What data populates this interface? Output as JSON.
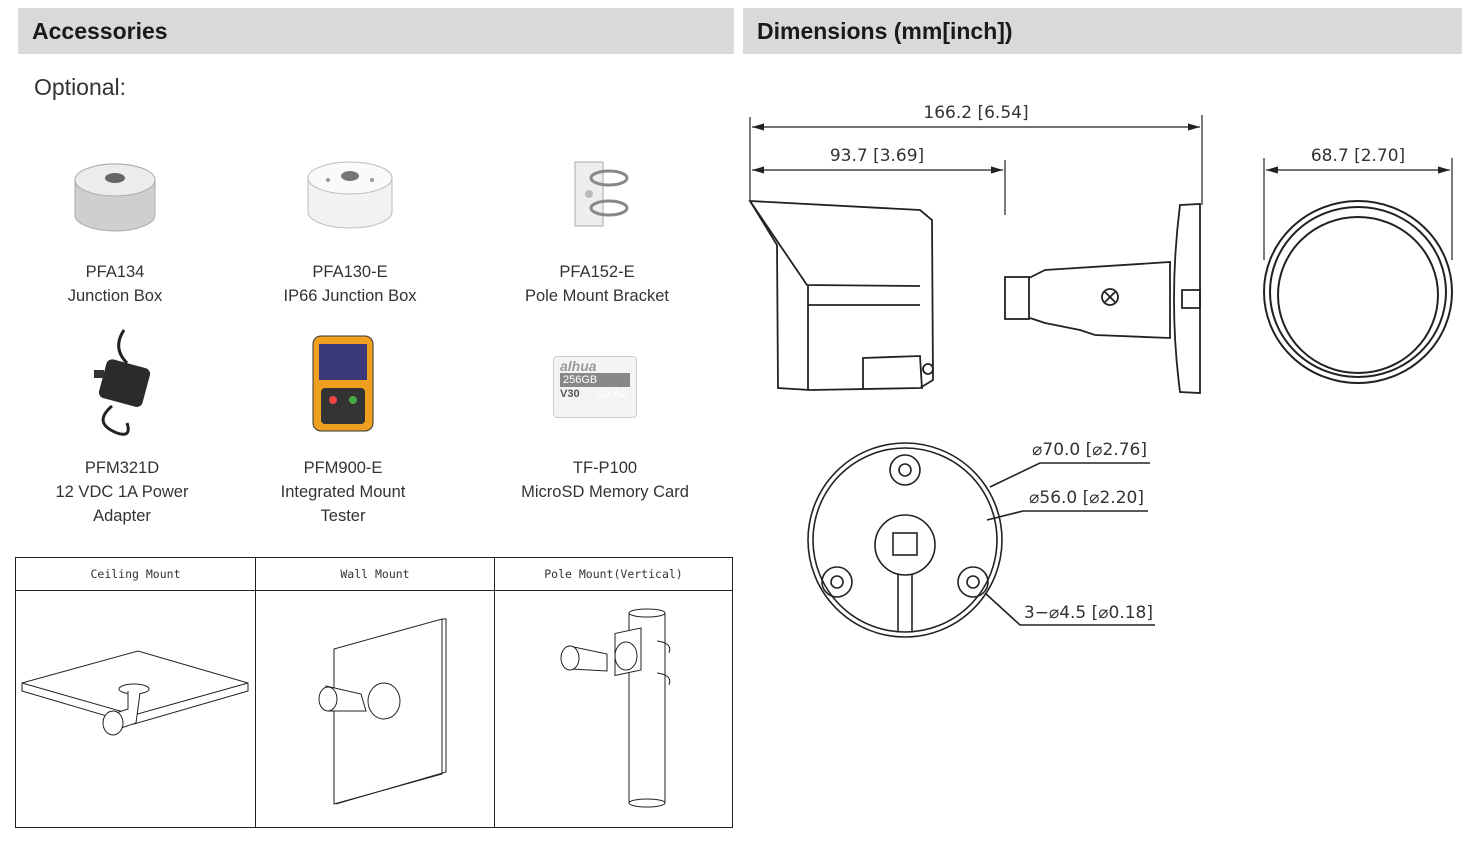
{
  "accessories": {
    "title": "Accessories",
    "optional_label": "Optional:",
    "items": [
      {
        "model": "PFA134",
        "desc": "Junction Box"
      },
      {
        "model": "PFA130-E",
        "desc": "IP66 Junction Box"
      },
      {
        "model": "PFA152-E",
        "desc": "Pole Mount Bracket"
      },
      {
        "model": "PFM321D",
        "desc": "12 VDC 1A Power",
        "desc2": "Adapter"
      },
      {
        "model": "PFM900-E",
        "desc": "Integrated Mount",
        "desc2": "Tester"
      },
      {
        "model": "TF-P100",
        "desc": "MicroSD Memory Card"
      }
    ],
    "sd_card": {
      "brand": "alhua",
      "capacity": "256GB",
      "class": "U3 A2",
      "speed": "V30"
    },
    "mounts": [
      {
        "label": "Ceiling Mount"
      },
      {
        "label": "Wall Mount"
      },
      {
        "label": "Pole Mount(Vertical)"
      }
    ]
  },
  "dimensions": {
    "title": "Dimensions (mm[inch])",
    "total_length": "166.2 [6.54]",
    "body_length": "93.7 [3.69]",
    "front_diameter": "68.7 [2.70]",
    "base_outer": "⌀70.0 [⌀2.76]",
    "base_inner": "⌀56.0 [⌀2.20]",
    "holes": "3−⌀4.5 [⌀0.18]"
  }
}
